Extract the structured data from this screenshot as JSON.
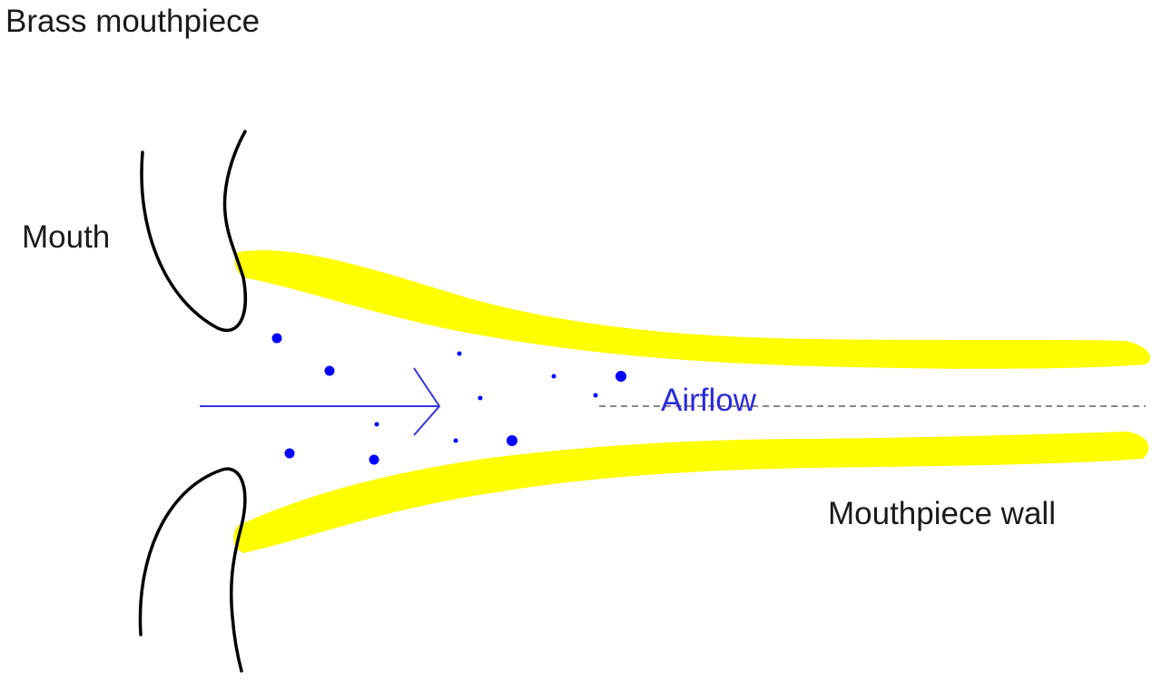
{
  "title": "Brass mouthpiece",
  "labels": {
    "mouth": "Mouth",
    "airflow": "Airflow",
    "wall": "Mouthpiece wall"
  },
  "colors": {
    "wall": "#ffff00",
    "air": "#0000ff",
    "arrow": "#3333dd",
    "lips": "#000000",
    "centerline": "#888888"
  }
}
